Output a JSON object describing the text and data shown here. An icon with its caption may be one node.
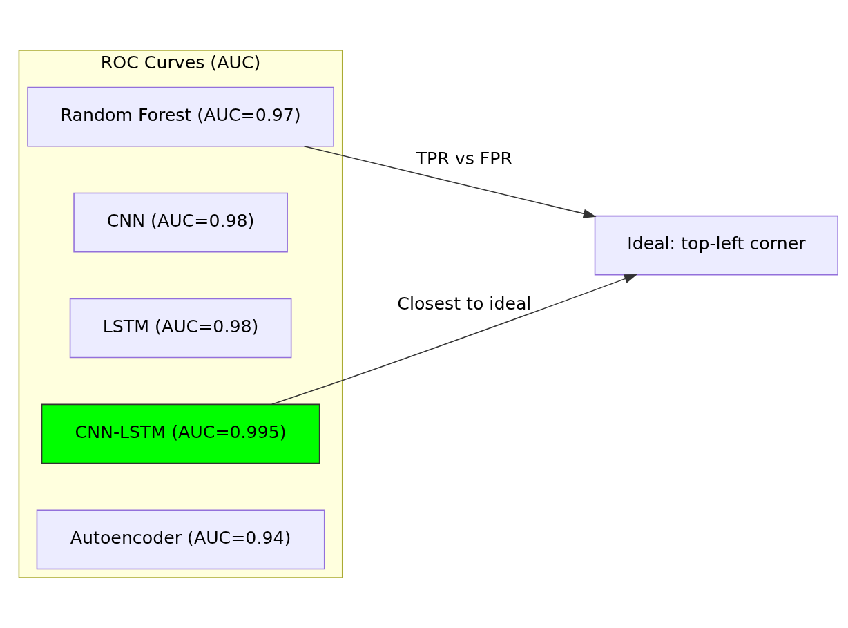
{
  "diagram": {
    "nodes": [
      {
        "text": [
          "ROC Curves (AUC)"
        ]
      },
      {
        "text": [
          "Random Forest (AUC=0.97)"
        ],
        "in": 0
      },
      {
        "text": [
          "CNN (AUC=0.98)"
        ],
        "in": 0
      },
      {
        "text": [
          "LSTM (AUC=0.98)"
        ],
        "in": 0
      },
      {
        "text": [
          "CNN-LSTM (AUC=0.995)"
        ],
        "in": 0
      },
      {
        "text": [
          "Autoencoder (AUC=0.94)"
        ],
        "in": 0
      },
      {
        "text": [
          "Ideal: top-left corner"
        ]
      }
    ],
    "edges": [
      {
        "from": 1,
        "to": 6,
        "arrow": "to",
        "label": "TPR vs FPR"
      },
      {
        "from": 4,
        "to": 6,
        "arrow": "to",
        "label": "Closest to ideal"
      }
    ]
  }
}
